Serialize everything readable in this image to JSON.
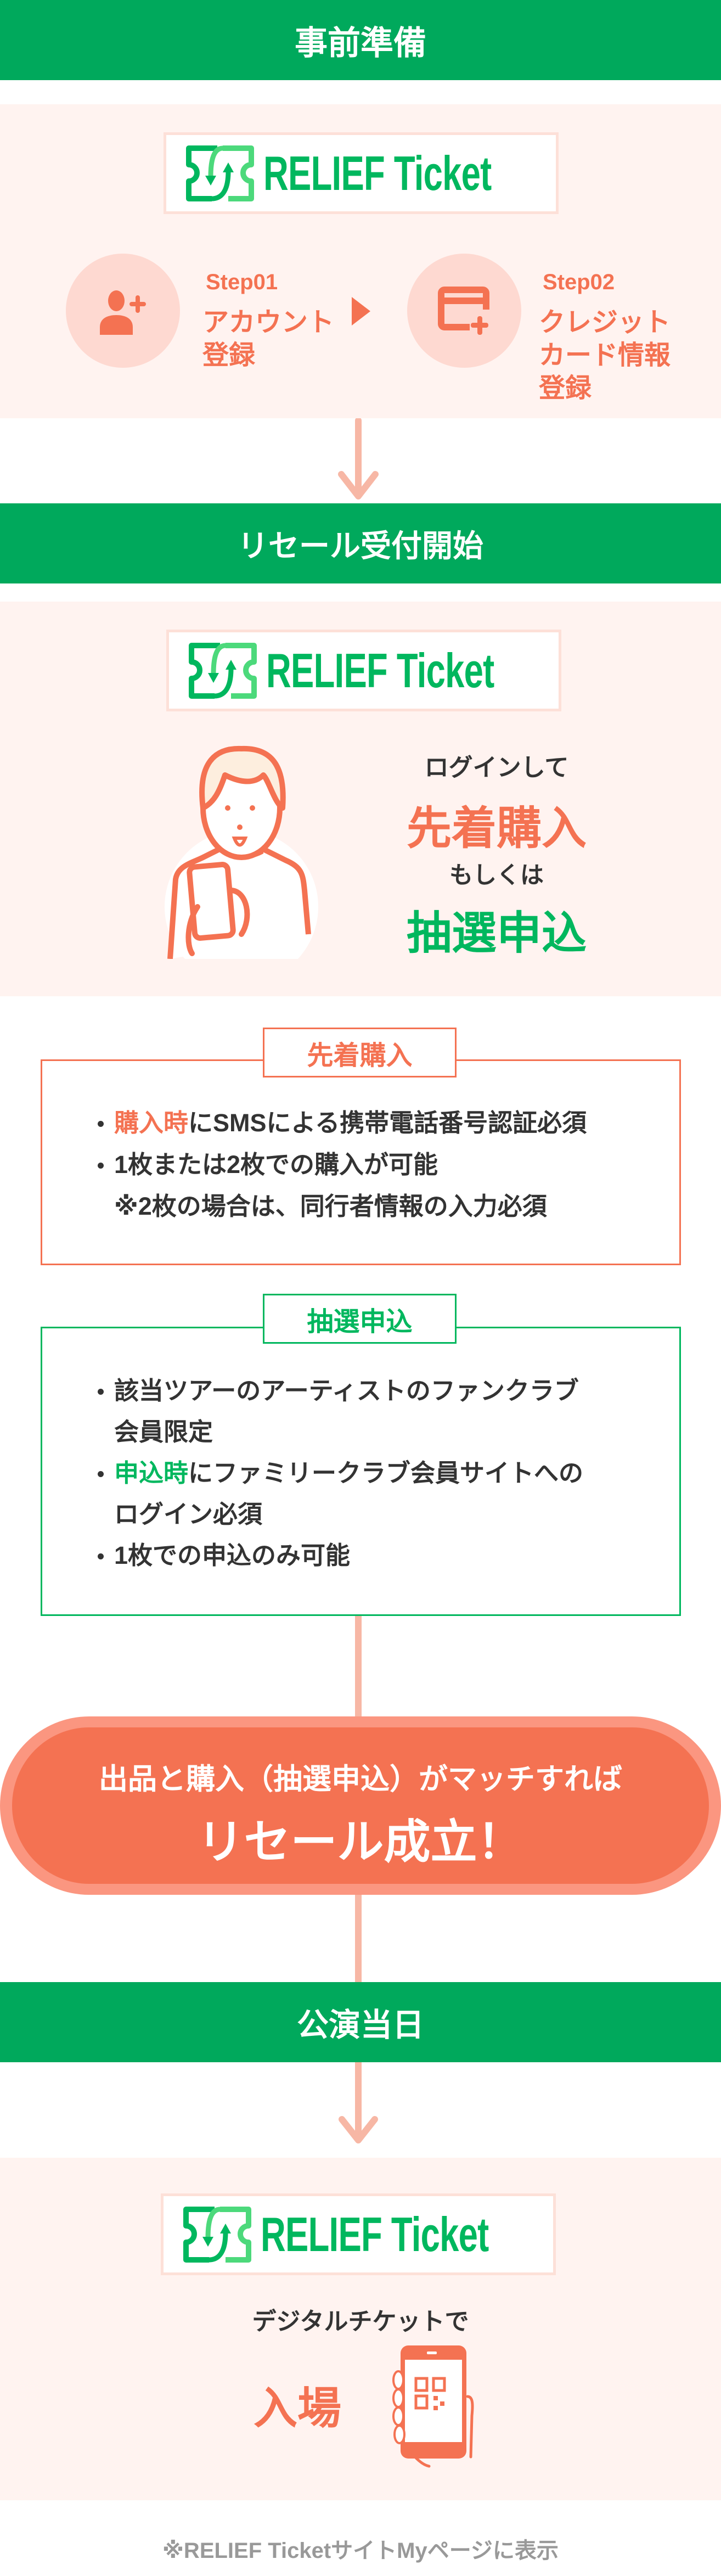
{
  "phases": {
    "prep": "事前準備",
    "resale_start": "リセール受付開始",
    "show_day": "公演当日"
  },
  "logo": {
    "text": "RELIEF Ticket"
  },
  "steps": [
    {
      "label": "Step01",
      "lines": [
        "アカウント",
        "登録"
      ],
      "icon": "user-plus-icon"
    },
    {
      "label": "Step02",
      "lines": [
        "クレジット",
        "カード情報",
        "登録"
      ],
      "icon": "card-plus-icon"
    }
  ],
  "resale": {
    "login": "ログインして",
    "option1": "先着購入",
    "or": "もしくは",
    "option2": "抽選申込"
  },
  "first_come": {
    "title": "先着購入",
    "lines": [
      {
        "highlight": "購入時",
        "text": "にSMSによる携帯電話番号認証必須"
      },
      {
        "text": "1枚または2枚での購入が可能"
      },
      {
        "text": "※2枚の場合は、同行者情報の入力必須"
      }
    ]
  },
  "lottery": {
    "title": "抽選申込",
    "lines": [
      {
        "text": "該当ツアーのアーティストのファンクラブ"
      },
      {
        "text": "会員限定"
      },
      {
        "highlight": "申込時",
        "text": "にファミリークラブ会員サイトへの"
      },
      {
        "text": "ログイン必須"
      },
      {
        "text": "1枚での申込のみ可能"
      }
    ]
  },
  "match": {
    "line1": "出品と購入（抽選申込）がマッチすれば",
    "line2": "リセール成立！"
  },
  "entry": {
    "line1": "デジタルチケットで",
    "line2": "入場"
  },
  "footnote": "※RELIEF TicketサイトMyページに表示",
  "colors": {
    "green": "#00a95c",
    "logo_green": "#00b75e",
    "orange": "#f47252",
    "pink_bg": "#fff3f0"
  }
}
